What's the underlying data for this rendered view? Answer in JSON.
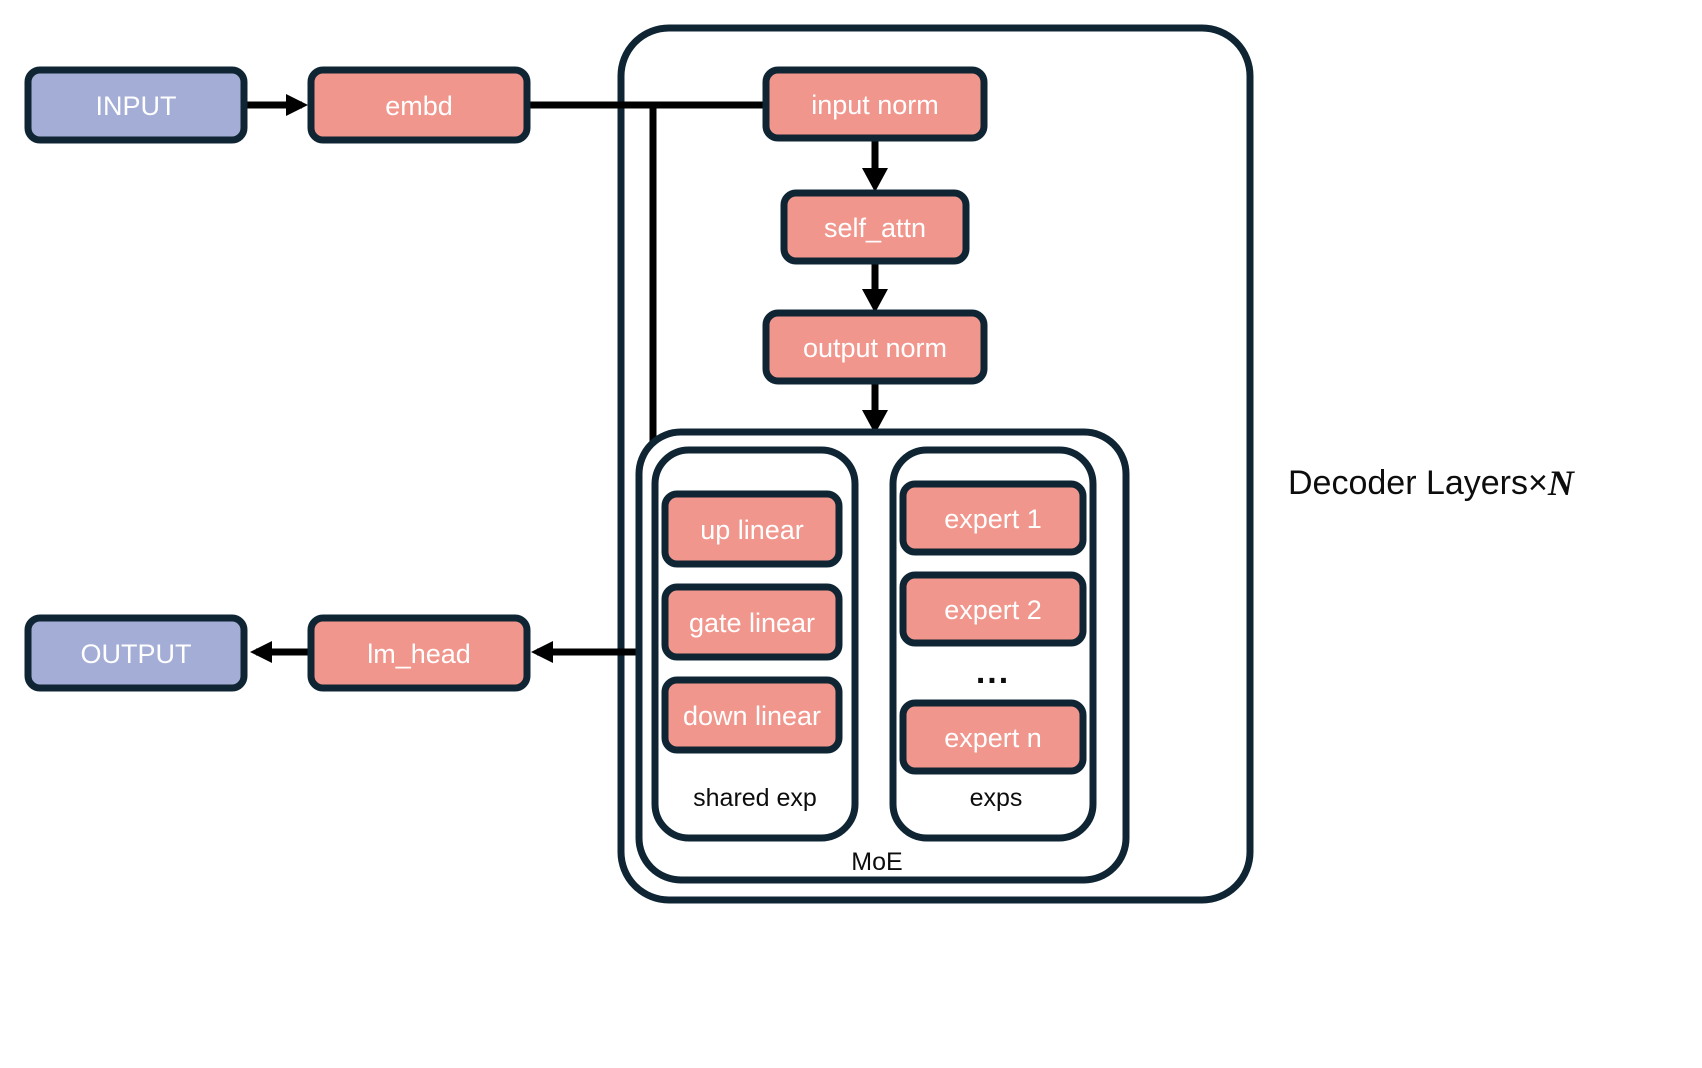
{
  "diagram": {
    "title_caption": "Decoder Layers×",
    "title_caption_var": "N",
    "colors": {
      "accent_fill": "#f1968d",
      "io_fill": "#a3add6",
      "stroke": "#0f2534",
      "arrow": "#000000",
      "background": "#ffffff",
      "label_text": "#ffffff",
      "group_text": "#0d0d0d"
    },
    "io_nodes": {
      "input": "INPUT",
      "output": "OUTPUT"
    },
    "pipeline_nodes": {
      "embd": "embd",
      "lm_head": "lm_head",
      "input_norm": "input norm",
      "self_attn": "self_attn",
      "output_norm": "output norm"
    },
    "moe": {
      "label": "MoE",
      "shared_expert": {
        "label": "shared exp",
        "layers": [
          "up linear",
          "gate linear",
          "down linear"
        ]
      },
      "experts": {
        "label": "exps",
        "items": [
          "expert 1",
          "expert 2",
          "expert n"
        ],
        "ellipsis": "..."
      }
    }
  }
}
